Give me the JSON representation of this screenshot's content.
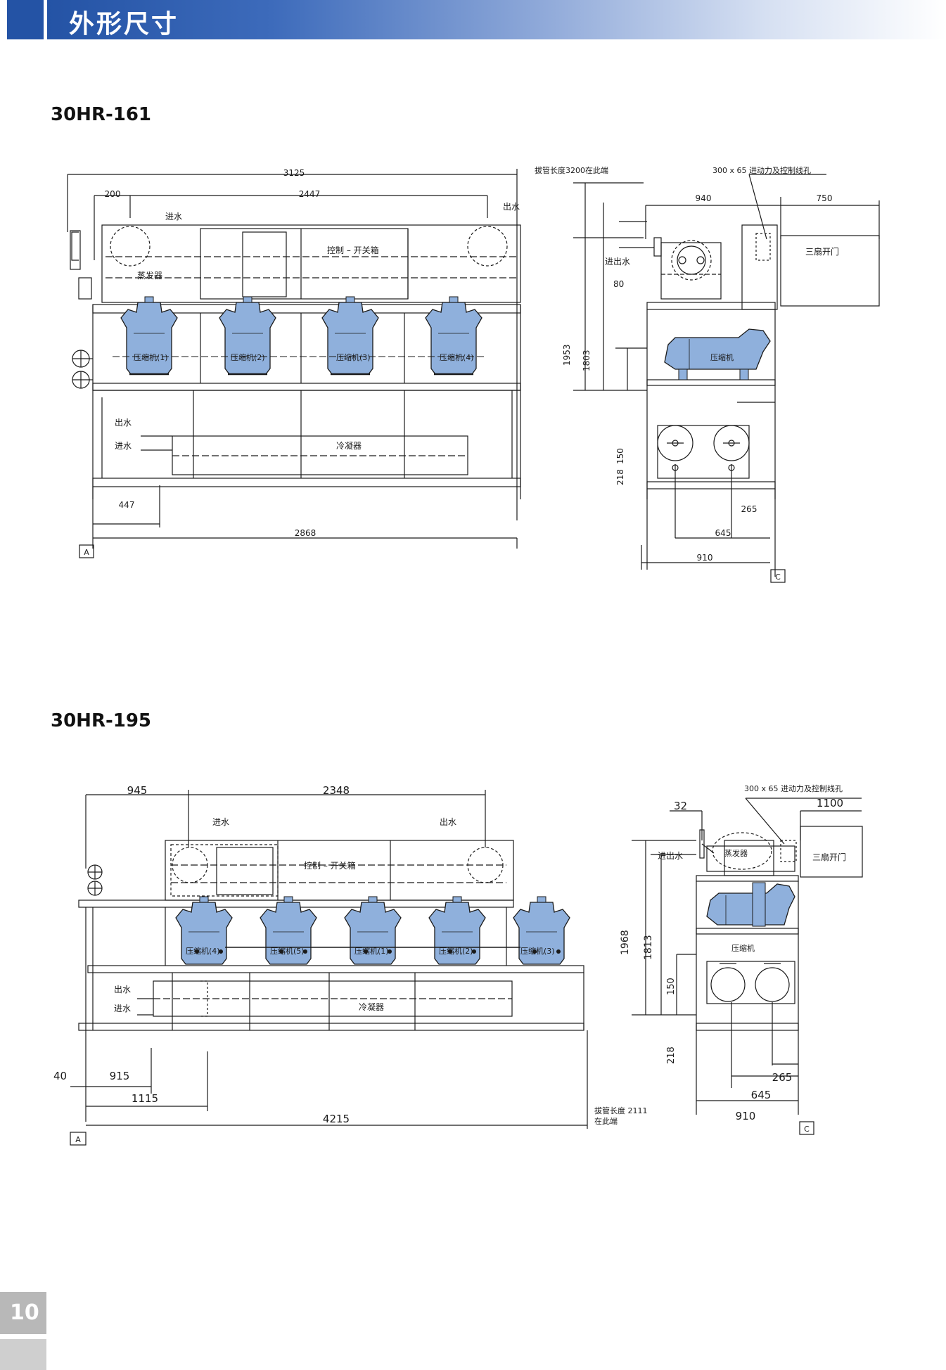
{
  "header": {
    "title": "外形尺寸"
  },
  "page_number": "10",
  "models": [
    {
      "name": "30HR-161",
      "front": {
        "dims": {
          "total_len": "3125",
          "offset": "200",
          "ctrl_len": "2447",
          "base_len": "2868",
          "pipe_offset": "447"
        },
        "labels": {
          "inlet": "进水",
          "outlet": "出水",
          "control_box": "控制 – 开关箱",
          "evaporator": "蒸发器",
          "condenser": "冷凝器",
          "cond_outlet": "出水",
          "cond_inlet": "进水",
          "pipe_note": "拔管长度3200在此端"
        },
        "compressors": [
          "压缩机(1)",
          "压缩机(2)",
          "压缩机(3)",
          "压缩机(4)"
        ],
        "marker": "A"
      },
      "side": {
        "dims": {
          "top_left": "940",
          "top_right": "750",
          "inout_offset": "80",
          "total_h": "1953",
          "frame_h": "1803",
          "h150": "150",
          "h218": "218",
          "w265": "265",
          "w645": "645",
          "w910": "910"
        },
        "labels": {
          "power_hole": "300 x 65  进动力及控制线孔",
          "doors": "三扇开门",
          "inout": "进出水",
          "compressor": "压缩机"
        },
        "marker": "C"
      }
    },
    {
      "name": "30HR-195",
      "front": {
        "dims": {
          "offset": "945",
          "ctrl_len": "2348",
          "d40": "40",
          "d915": "915",
          "d1115": "1115",
          "base_len": "4215"
        },
        "labels": {
          "inlet": "进水",
          "outlet": "出水",
          "control_box": "控制 – 开关箱",
          "condenser": "冷凝器",
          "cond_outlet": "出水",
          "cond_inlet": "进水",
          "pipe_note_line1": "拔管长度 2111",
          "pipe_note_line2": "在此端"
        },
        "compressors": [
          "压缩机(4)",
          "压缩机(5)",
          "压缩机(1)",
          "压缩机(2)",
          "压缩机(3)"
        ],
        "marker": "A"
      },
      "side": {
        "dims": {
          "d32": "32",
          "d1100": "1100",
          "total_h": "1968",
          "frame_h": "1813",
          "h150": "150",
          "h218": "218",
          "w265": "265",
          "w645": "645",
          "w910": "910"
        },
        "labels": {
          "power_hole": "300 x 65  进动力及控制线孔",
          "doors": "三扇开门",
          "inout": "进出水",
          "evaporator": "蒸发器",
          "compressor": "压缩机"
        },
        "marker": "C"
      }
    }
  ]
}
